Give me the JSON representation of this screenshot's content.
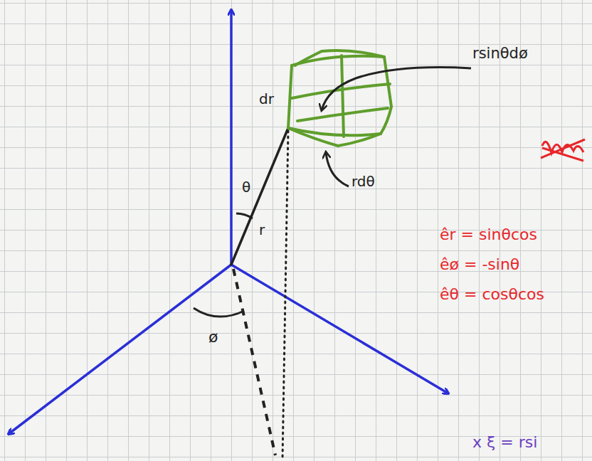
{
  "diagram": {
    "labels": [
      "rsinθdø",
      "dr",
      "rdθ",
      "θ",
      "r",
      "ø",
      "êr = sinθcos",
      "êø = -sinθ",
      "êθ = cosθcos",
      "x ξ = rsi"
    ]
  }
}
